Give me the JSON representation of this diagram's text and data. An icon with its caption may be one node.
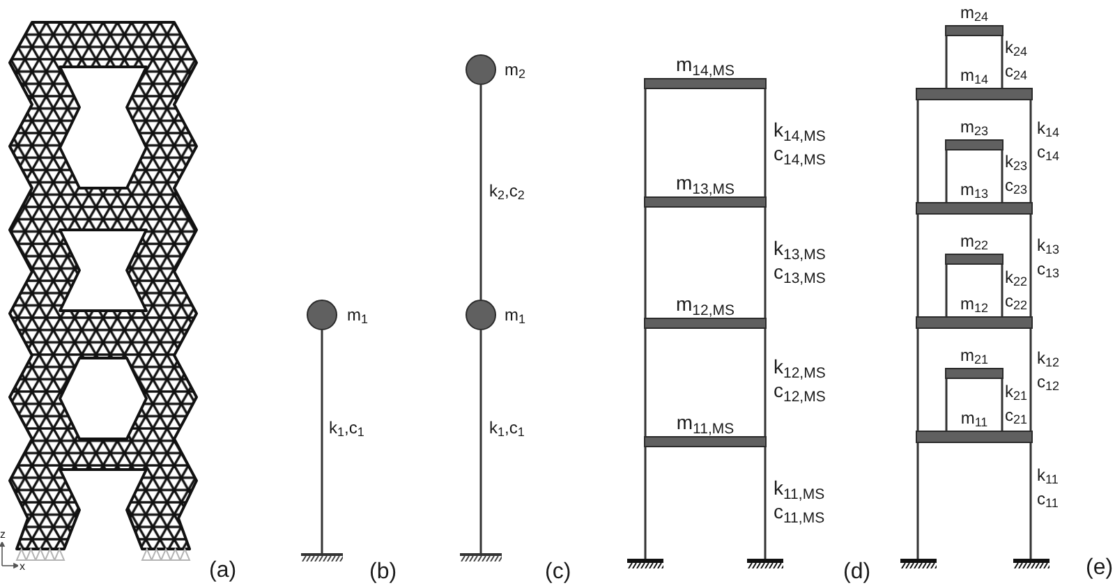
{
  "diagram": {
    "nodes": [
      {
        "text": [],
        "shape": "circle",
        "beside": [
          "m$_{1}$"
        ]
      },
      {
        "text": [],
        "shape": "ground"
      },
      {
        "text": [],
        "shape": "circle",
        "beside": [
          "m$_{2}$"
        ]
      },
      {
        "text": [],
        "shape": "circle",
        "beside": [
          "m$_{1}$"
        ]
      },
      {
        "text": [],
        "shape": "ground"
      },
      {
        "text": [],
        "shape": "bar",
        "beside": [
          "m$_{14,MS}$"
        ]
      },
      {
        "text": [],
        "shape": "bar",
        "beside": [
          "m$_{13,MS}$"
        ]
      },
      {
        "text": [],
        "shape": "bar",
        "beside": [
          "m$_{12,MS}$"
        ]
      },
      {
        "text": [],
        "shape": "bar",
        "beside": [
          "m$_{11,MS}$"
        ]
      },
      {
        "text": [],
        "shape": "ground"
      },
      {
        "text": [],
        "shape": "ground"
      },
      {
        "text": [],
        "shape": "bar",
        "beside": [
          "m$_{24}$"
        ]
      },
      {
        "text": [],
        "shape": "bar",
        "beside": [
          "m$_{14}$"
        ]
      },
      {
        "text": [],
        "shape": "bar",
        "beside": [
          "m$_{23}$"
        ]
      },
      {
        "text": [],
        "shape": "bar",
        "beside": [
          "m$_{13}$"
        ]
      },
      {
        "text": [],
        "shape": "bar",
        "beside": [
          "m$_{22}$"
        ]
      },
      {
        "text": [],
        "shape": "bar",
        "beside": [
          "m$_{12}$"
        ]
      },
      {
        "text": [],
        "shape": "bar",
        "beside": [
          "m$_{21}$"
        ]
      },
      {
        "text": [],
        "shape": "bar",
        "beside": [
          "m$_{11}$"
        ]
      },
      {
        "text": [],
        "shape": "ground"
      },
      {
        "text": [],
        "shape": "ground"
      }
    ],
    "edges": [
      {
        "from": 1,
        "to": 0,
        "arrow": "none",
        "label": "k$_{1}$,c$_{1}$"
      },
      {
        "from": 4,
        "to": 3,
        "arrow": "none",
        "label": "k$_{1}$,c$_{1}$"
      },
      {
        "from": 3,
        "to": 2,
        "arrow": "none",
        "label": "k$_{2}$,c$_{2}$"
      },
      {
        "from": 9,
        "to": 8,
        "arrow": "none"
      },
      {
        "from": 10,
        "to": 8,
        "arrow": "none",
        "label": "k$_{11,MS}$ c$_{11,MS}$"
      },
      {
        "from": 8,
        "to": 7,
        "arrow": "none"
      },
      {
        "from": 8,
        "to": 7,
        "arrow": "none",
        "label": "k$_{12,MS}$ c$_{12,MS}$"
      },
      {
        "from": 7,
        "to": 6,
        "arrow": "none"
      },
      {
        "from": 7,
        "to": 6,
        "arrow": "none",
        "label": "k$_{13,MS}$ c$_{13,MS}$"
      },
      {
        "from": 6,
        "to": 5,
        "arrow": "none"
      },
      {
        "from": 6,
        "to": 5,
        "arrow": "none",
        "label": "k$_{14,MS}$ c$_{14,MS}$"
      },
      {
        "from": 19,
        "to": 18,
        "arrow": "none"
      },
      {
        "from": 20,
        "to": 18,
        "arrow": "none",
        "label": "k$_{11}$ c$_{11}$"
      },
      {
        "from": 18,
        "to": 17,
        "arrow": "none"
      },
      {
        "from": 18,
        "to": 17,
        "arrow": "none",
        "label": "k$_{21}$ c$_{21}$"
      },
      {
        "from": 18,
        "to": 16,
        "arrow": "none"
      },
      {
        "from": 18,
        "to": 16,
        "arrow": "none",
        "label": "k$_{12}$ c$_{12}$"
      },
      {
        "from": 16,
        "to": 15,
        "arrow": "none"
      },
      {
        "from": 16,
        "to": 15,
        "arrow": "none",
        "label": "k$_{22}$ c$_{22}$"
      },
      {
        "from": 16,
        "to": 14,
        "arrow": "none"
      },
      {
        "from": 16,
        "to": 14,
        "arrow": "none",
        "label": "k$_{13}$ c$_{13}$"
      },
      {
        "from": 14,
        "to": 13,
        "arrow": "none"
      },
      {
        "from": 14,
        "to": 13,
        "arrow": "none",
        "label": "k$_{23}$ c$_{23}$"
      },
      {
        "from": 14,
        "to": 12,
        "arrow": "none"
      },
      {
        "from": 14,
        "to": 12,
        "arrow": "none",
        "label": "k$_{14}$ c$_{14}$"
      },
      {
        "from": 12,
        "to": 11,
        "arrow": "none"
      },
      {
        "from": 12,
        "to": 11,
        "arrow": "none",
        "label": "k$_{24}$ c$_{24}$"
      }
    ],
    "labels": [
      "z",
      "x",
      "(a)",
      "(b)",
      "(c)",
      "(d)",
      "(e)"
    ]
  }
}
